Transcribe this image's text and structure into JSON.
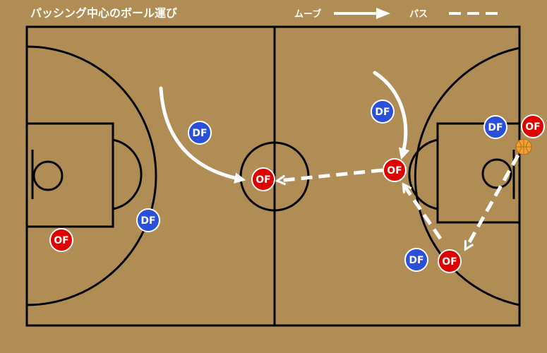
{
  "title": "パッシング中心のボール運び",
  "legend": {
    "move_label": "ムーブ",
    "pass_label": "パス"
  },
  "colors": {
    "court": "#B18D56",
    "lines": "#000000",
    "offense": "#E00000",
    "defense": "#2A4FD8",
    "arrow": "#ffffff",
    "ball": "#F2A134"
  },
  "players": [
    {
      "team": "defense",
      "label": "DF"
    },
    {
      "team": "defense",
      "label": "DF"
    },
    {
      "team": "offense",
      "label": "OF"
    },
    {
      "team": "offense",
      "label": "OF"
    },
    {
      "team": "defense",
      "label": "DF"
    },
    {
      "team": "defense",
      "label": "DF"
    },
    {
      "team": "offense",
      "label": "OF"
    },
    {
      "team": "offense",
      "label": "OF"
    },
    {
      "team": "defense",
      "label": "DF"
    },
    {
      "team": "offense",
      "label": "OF"
    }
  ],
  "ball": {
    "icon": "basketball-icon"
  },
  "arrows": [
    {
      "type": "move"
    },
    {
      "type": "move"
    },
    {
      "type": "pass"
    },
    {
      "type": "pass"
    },
    {
      "type": "pass"
    }
  ]
}
